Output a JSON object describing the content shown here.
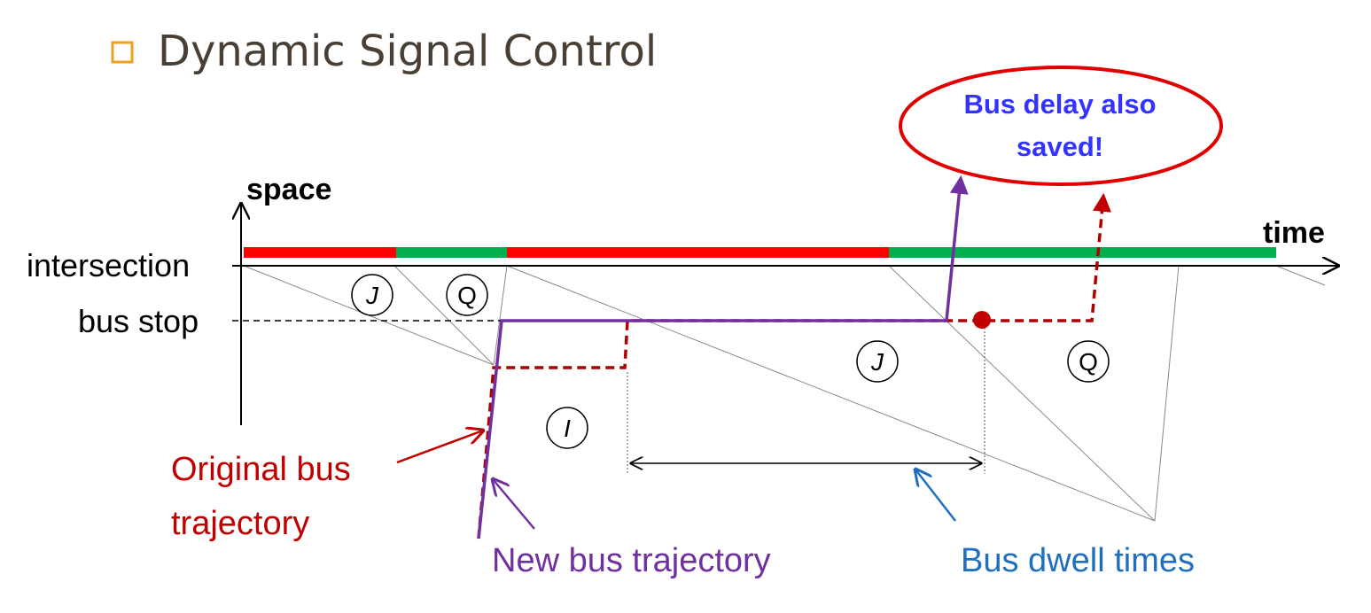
{
  "slide": {
    "title": "Dynamic Signal Control",
    "title_color": "#4a3f35",
    "bullet_color": "#f0a020"
  },
  "axes": {
    "y_label": "space",
    "x_label": "time",
    "intersection_label": "intersection",
    "bus_stop_label": "bus stop"
  },
  "signal_phases": [
    {
      "phase": "red",
      "color": "#ff0000"
    },
    {
      "phase": "green",
      "color": "#00b050"
    },
    {
      "phase": "red",
      "color": "#ff0000"
    },
    {
      "phase": "green",
      "color": "#00b050"
    }
  ],
  "states": {
    "J1": "J",
    "Q1": "Q",
    "I": "I",
    "J2": "J",
    "Q2": "Q"
  },
  "callout": {
    "line1": "Bus delay also",
    "line2": "saved!",
    "text_color": "#3333ff",
    "border_color": "#e00000"
  },
  "labels": {
    "original_line1": "Original bus",
    "original_line2": "trajectory",
    "original_color": "#c00000",
    "new_trajectory": "New bus trajectory",
    "new_color": "#7030a0",
    "dwell": "Bus dwell times",
    "dwell_color": "#1f6fbf"
  }
}
